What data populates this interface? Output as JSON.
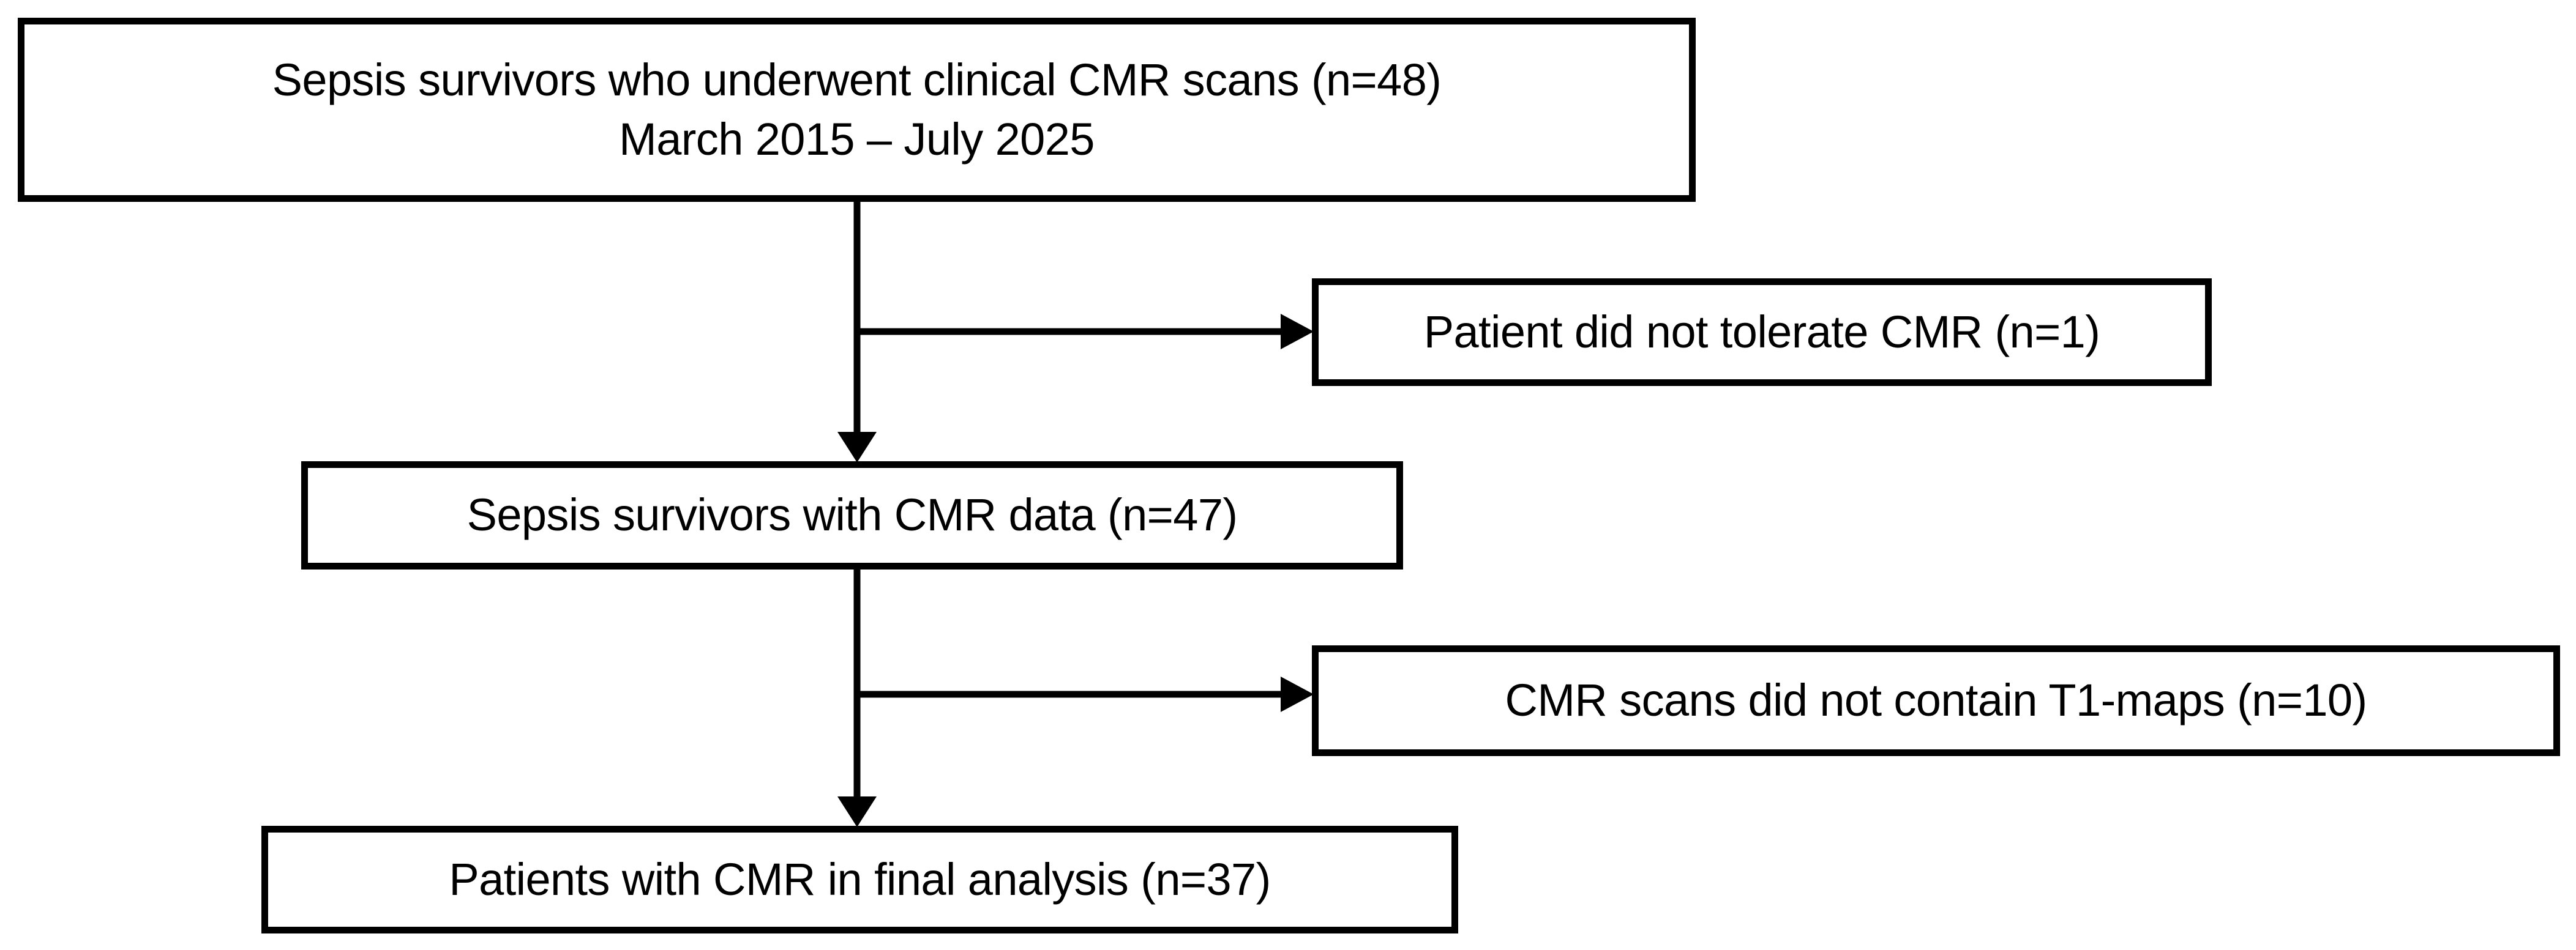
{
  "figure": {
    "type": "flowchart",
    "orientation": "top-to-bottom",
    "background_color": "#ffffff",
    "stroke_color": "#000000"
  },
  "boxes": {
    "cohort": {
      "line1": "Sepsis survivors who underwent clinical CMR scans (n=48)",
      "line2": "March 2015 – July 2025",
      "count": 48
    },
    "not_tolerate": {
      "label": "Patient did not tolerate CMR (n=1)",
      "count": 1
    },
    "with_data": {
      "label": "Sepsis survivors with CMR data (n=47)",
      "count": 47
    },
    "no_t1maps": {
      "label": "CMR scans did not contain T1-maps (n=10)",
      "count": 10
    },
    "final": {
      "label": "Patients with CMR in final analysis (n=37)",
      "count": 37
    }
  },
  "connectors": [
    {
      "name": "trunk-cohort-to-with-data",
      "from": "cohort",
      "to": "with_data",
      "direction": "down",
      "arrow": true
    },
    {
      "name": "branch-to-not-tolerate",
      "from": "cohort",
      "to": "not_tolerate",
      "direction": "right",
      "arrow": true
    },
    {
      "name": "trunk-with-data-to-final",
      "from": "with_data",
      "to": "final",
      "direction": "down",
      "arrow": true
    },
    {
      "name": "branch-to-no-t1maps",
      "from": "with_data",
      "to": "no_t1maps",
      "direction": "right",
      "arrow": true
    }
  ]
}
